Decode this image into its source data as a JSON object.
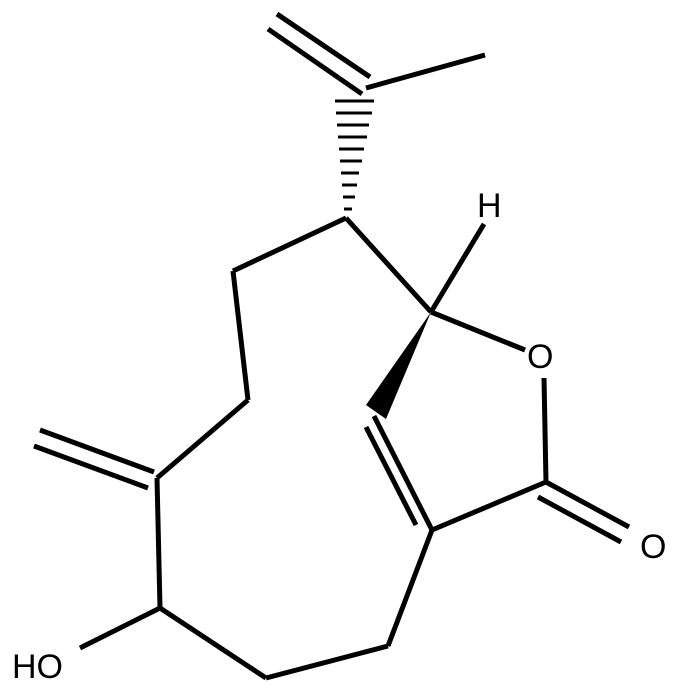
{
  "molecule": {
    "atom_labels": {
      "hydrogen": "H",
      "ring_oxygen": "O",
      "carbonyl_oxygen": "O",
      "hydroxyl": "HO"
    },
    "colors": {
      "bond": "#000000",
      "label": "#000000",
      "background": "#ffffff"
    }
  }
}
